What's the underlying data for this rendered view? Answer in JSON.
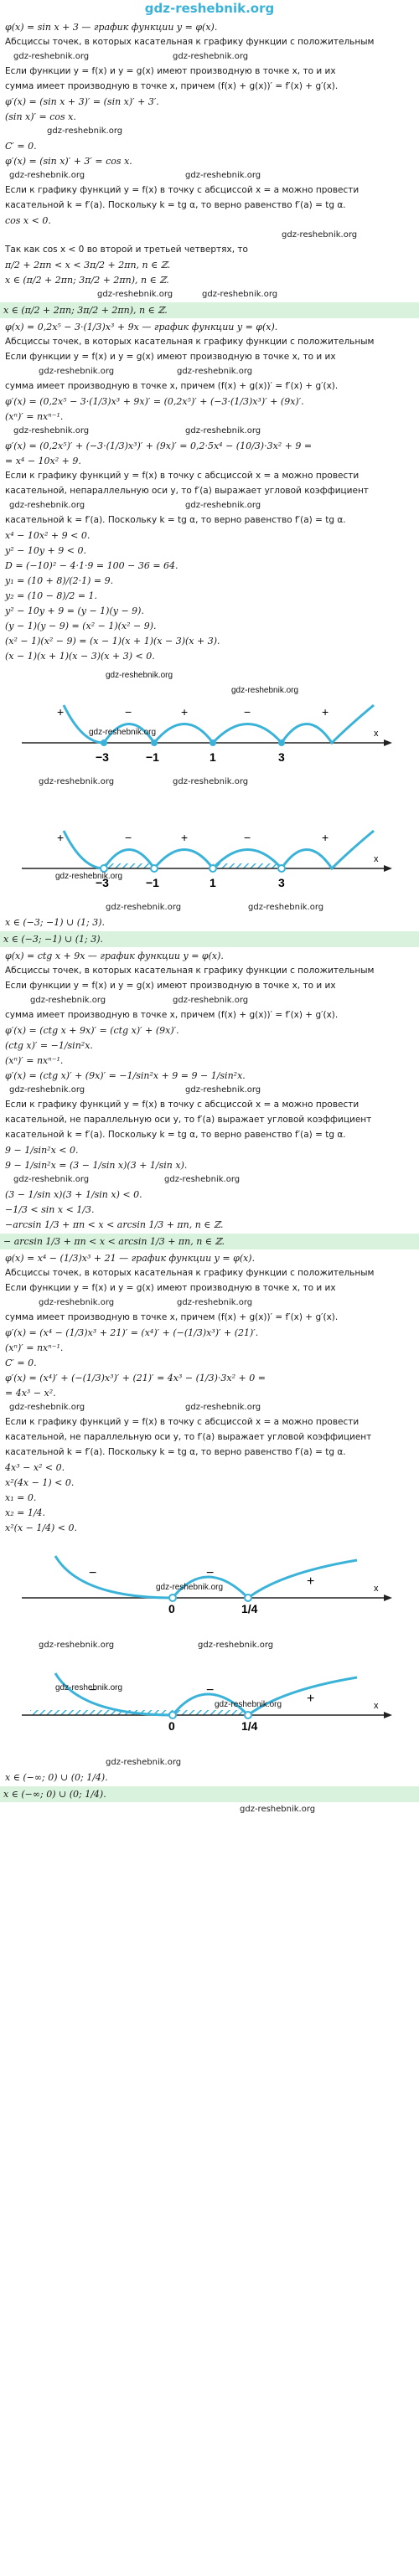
{
  "header": {
    "site": "gdz-reshebnik.org"
  },
  "watermark": "gdz-reshebnik.org",
  "section1": [
    "φ(x) = sin x + 3 — график функции y = φ(x).",
    "Абсциссы точек, в которых касательная к графику функции с положительным",
    "Если функции y = f(x) и y = g(x) имеют производную в точке x, то и их",
    "сумма имеет производную в точке x, причем (f(x) + g(x))′ = f′(x) + g′(x).",
    "φ′(x) = (sin x + 3)′ = (sin x)′ + 3′.",
    "(sin x)′ = cos x.",
    "C′ = 0.",
    "φ′(x) = (sin x)′ + 3′ = cos x.",
    "Если к графику функций y = f(x) в точку с абсциссой x = a можно провести",
    "касательной k = f′(a). Поскольку k = tg α, то верно равенство f′(a) = tg α.",
    "cos x < 0.",
    "Так как cos x < 0 во второй и третьей четвертях, то",
    "π/2 + 2πn < x < 3π/2 + 2πn, n ∈ ℤ.",
    "x ∈ (π/2 + 2πn; 3π/2 + 2πn), n ∈ ℤ."
  ],
  "answer1": "x ∈ (π/2 + 2πn; 3π/2 + 2πn), n ∈ ℤ.",
  "section2": [
    "φ(x) = 0,2x⁵ − 3·(1/3)x³ + 9x — график функции y = φ(x).",
    "Абсциссы точек, в которых касательная к графику функции с положительным",
    "Если функции y = f(x) и y = g(x) имеют производную в точке x, то и их",
    "сумма имеет производную в точке x, причем (f(x) + g(x))′ = f′(x) + g′(x).",
    "φ′(x) = (0,2x⁵ − 3·(1/3)x³ + 9x)′ = (0,2x⁵)′ + (−3·(1/3)x³)′ + (9x)′.",
    "(xⁿ)′ = nxⁿ⁻¹.",
    "φ′(x) = (0,2x⁵)′ + (−3·(1/3)x³)′ + (9x)′ = 0,2·5x⁴ − (10/3)·3x² + 9 =",
    "= x⁴ − 10x² + 9.",
    "Если к графику функций y = f(x) в точку с абсциссой x = a можно провести",
    "касательной, непараллельную оси y, то f′(a) выражает угловой коэффициент",
    "касательной k = f′(a). Поскольку k = tg α, то верно равенство f′(a) = tg α.",
    "x⁴ − 10x² + 9 < 0.",
    "y² − 10y + 9 < 0.",
    "D = (−10)² − 4·1·9 = 100 − 36 = 64.",
    "y₁ = (10 + 8)/(2·1) = 9.",
    "y₂ = (10 − 8)/2 = 1.",
    "y² − 10y + 9 = (y − 1)(y − 9).",
    "(y − 1)(y − 9) = (x² − 1)(x² − 9).",
    "(x² − 1)(x² − 9) = (x − 1)(x + 1)(x − 3)(x + 3).",
    "(x − 1)(x + 1)(x − 3)(x + 3) < 0."
  ],
  "figure1": {
    "points": [
      "−3",
      "−1",
      "1",
      "3"
    ],
    "signs": [
      "+",
      "−",
      "+",
      "−",
      "+"
    ],
    "axis_label": "x"
  },
  "section2b": [
    "x ∈ (−3; −1) ∪ (1; 3)."
  ],
  "answer2": "x ∈ (−3; −1) ∪ (1; 3).",
  "section3": [
    "φ(x) = ctg x + 9x — график функции y = φ(x).",
    "Абсциссы точек, в которых касательная к графику функции с положительным",
    "Если функции y = f(x) и y = g(x) имеют производную в точке x, то и их",
    "сумма имеет производную в точке x, причем (f(x) + g(x))′ = f′(x) + g′(x).",
    "φ′(x) = (ctg x + 9x)′ = (ctg x)′ + (9x)′.",
    "(ctg x)′ = −1/sin²x.",
    "(xⁿ)′ = nxⁿ⁻¹.",
    "φ′(x) = (ctg x)′ + (9x)′ = −1/sin²x + 9 = 9 − 1/sin²x.",
    "Если к графику функций y = f(x) в точку с абсциссой x = a можно провести",
    "касательной, не параллельную оси y, то f′(a) выражает угловой коэффициент",
    "касательной k = f′(a). Поскольку k = tg α, то верно равенство f′(a) = tg α.",
    "9 − 1/sin²x < 0.",
    "9 − 1/sin²x = (3 − 1/sin x)(3 + 1/sin x).",
    "(3 − 1/sin x)(3 + 1/sin x) < 0.",
    "−1/3 < sin x < 1/3.",
    "−arcsin 1/3 + πn < x < arcsin 1/3 + πn, n ∈ ℤ."
  ],
  "answer3": "− arcsin 1/3 + πn < x < arcsin 1/3 + πn, n ∈ ℤ.",
  "section4": [
    "φ(x) = x⁴ − (1/3)x³ + 21 — график функции y = φ(x).",
    "Абсциссы точек, в которых касательная к графику функции с положительным",
    "Если функции y = f(x) и y = g(x) имеют производную в точке x, то и их",
    "сумма имеет производную в точке x, причем (f(x) + g(x))′ = f′(x) + g′(x).",
    "φ′(x) = (x⁴ − (1/3)x³ + 21)′ = (x⁴)′ + (−(1/3)x³)′ + (21)′.",
    "(xⁿ)′ = nxⁿ⁻¹.",
    "C′ = 0.",
    "φ′(x) = (x⁴)′ + (−(1/3)x³)′ + (21)′ = 4x³ − (1/3)·3x² + 0 =",
    "= 4x³ − x².",
    "Если к графику функций y = f(x) в точку с абсциссой x = a можно провести",
    "касательной, не параллельную оси y, то f′(a) выражает угловой коэффициент",
    "касательной k = f′(a). Поскольку k = tg α, то верно равенство f′(a) = tg α.",
    "4x³ − x² < 0.",
    "x²(4x − 1) < 0.",
    "x₁ = 0.",
    "x₂ = 1/4.",
    "x²(x − 1/4) < 0."
  ],
  "figure2": {
    "points": [
      "0",
      "1/4"
    ],
    "signs": [
      "−",
      "−",
      "+"
    ],
    "axis_label": "x"
  },
  "section4b": [
    "x ∈ (−∞; 0) ∪ (0; 1/4)."
  ],
  "answer4": "x ∈ (−∞; 0) ∪ (0; 1/4).",
  "colors": {
    "answer_bg": "#d9f2dd",
    "arc": "#3bb3d9",
    "header": "#3bb3d9"
  }
}
